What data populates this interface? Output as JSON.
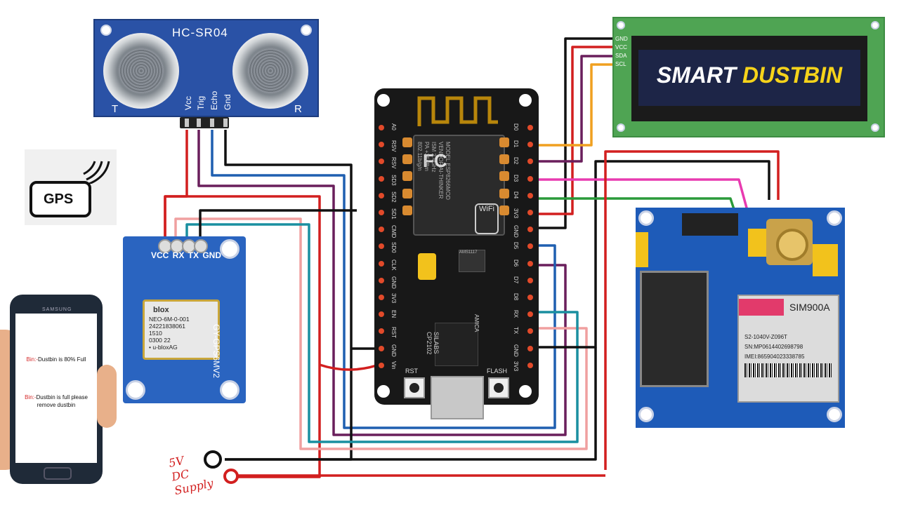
{
  "sensor": {
    "name": "HC-SR04",
    "t_label": "T",
    "r_label": "R",
    "pins": [
      "Vcc",
      "Trig",
      "Echo",
      "Gnd"
    ]
  },
  "gps_badge": {
    "label": "GPS"
  },
  "gps_module": {
    "pin_labels": "VCC RX TX GND",
    "chip_brand": "blox",
    "chip_lines": "NEO-6M-0-001\n24221838061\n1510\n0300 22\n• u-bloxAG",
    "side_label": "GY-GPS6MV2"
  },
  "phone": {
    "brand": "SAMSUNG",
    "messages": [
      {
        "prefix": "Bin:-",
        "text": "Dustbin is 80% Full"
      },
      {
        "prefix": "Bin:-",
        "text": "Dustbin is full please remove dustbin"
      }
    ]
  },
  "nodemcu": {
    "left_pins": [
      "A0",
      "RSV",
      "RSV",
      "SD3",
      "SD2",
      "SD1",
      "CMD",
      "SD0",
      "CLK",
      "GND",
      "3V3",
      "EN",
      "RST",
      "GND",
      "Vin"
    ],
    "right_pins": [
      "D0",
      "D1",
      "D2",
      "D3",
      "D4",
      "3V3",
      "GND",
      "D5",
      "D6",
      "D7",
      "D8",
      "RX",
      "TX",
      "GND",
      "3V3"
    ],
    "esp_text": "MODEL ESP8266MOD\nVENDOR AI-THINKER\nISM 2.4GHz\nPA +25dBm\n802.11b/g/n",
    "fc": "FC",
    "wifi": "WiFi",
    "cp_label": "SILABS\nCP2102",
    "amica": "AMICA",
    "reg_label": "AMS1117",
    "rst": "RST",
    "flash": "FLASH"
  },
  "oled": {
    "pins": [
      "GND",
      "VCC",
      "SDA",
      "SCL"
    ],
    "title_white": "SMART ",
    "title_yellow": "DUSTBIN"
  },
  "sim": {
    "name": "SIM900A",
    "lines": "S2-1040V-Z096T\nSN:MP0614402698798\nIMEI:865904023338785"
  },
  "supply": {
    "label_lines": [
      "5V",
      "DC",
      "Supply"
    ]
  },
  "colors": {
    "red": "#d21f1f",
    "black": "#111111",
    "purple": "#6a1f5c",
    "blue": "#1f5fb0",
    "pink": "#f0a0a0",
    "teal": "#1a8fa0",
    "orange": "#f0a020",
    "magenta": "#e83bb0",
    "green": "#2a9a3a"
  }
}
